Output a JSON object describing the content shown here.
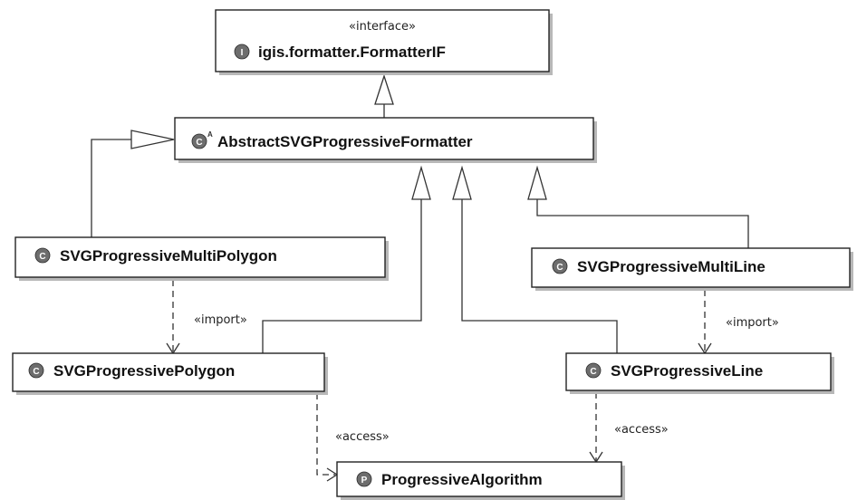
{
  "diagram": {
    "nodes": {
      "formatter_if": {
        "stereotype": "«interface»",
        "title": "igis.formatter.FormatterIF",
        "icon": "interface-icon",
        "icon_letter": "I"
      },
      "abstract_formatter": {
        "title": "AbstractSVGProgressiveFormatter",
        "icon": "abstract-class-icon",
        "icon_letter": "C"
      },
      "multi_polygon": {
        "title": "SVGProgressiveMultiPolygon",
        "icon": "class-icon",
        "icon_letter": "C"
      },
      "multi_line": {
        "title": "SVGProgressiveMultiLine",
        "icon": "class-icon",
        "icon_letter": "C"
      },
      "polygon": {
        "title": "SVGProgressivePolygon",
        "icon": "class-icon",
        "icon_letter": "C"
      },
      "line": {
        "title": "SVGProgressiveLine",
        "icon": "class-icon",
        "icon_letter": "C"
      },
      "algorithm": {
        "title": "ProgressiveAlgorithm",
        "icon": "package-class-icon",
        "icon_letter": "P"
      }
    },
    "edges": {
      "import_left": "«import»",
      "import_right": "«import»",
      "access_left": "«access»",
      "access_right": "«access»"
    }
  }
}
